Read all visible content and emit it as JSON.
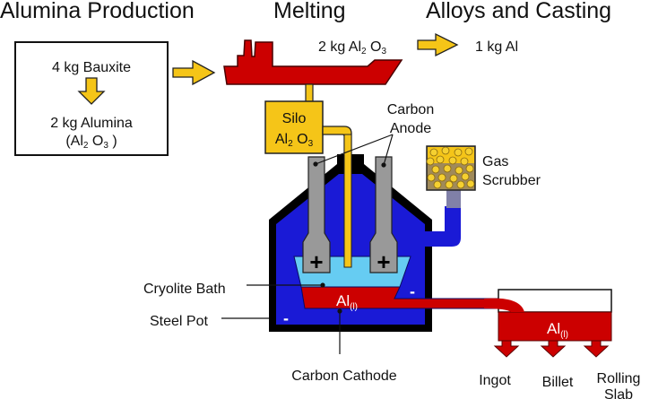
{
  "stages": {
    "alumina_production": "Alumina Production",
    "melting": "Melting",
    "alloys_casting": "Alloys and Casting"
  },
  "alumina_box": {
    "input": "4 kg Bauxite",
    "output": "2 kg Alumina",
    "formula_open": "(Al",
    "formula_sub1": "2",
    "formula_mid": " O",
    "formula_sub2": "3",
    "formula_close": " )"
  },
  "ship": {
    "cargo_prefix": "2 kg Al",
    "cargo_sub1": "2",
    "cargo_mid": " O",
    "cargo_sub2": "3"
  },
  "product": {
    "label": "1 kg Al"
  },
  "silo": {
    "name": "Silo",
    "formula_prefix": "Al",
    "formula_sub1": "2",
    "formula_mid": " O",
    "formula_sub2": "3"
  },
  "labels": {
    "carbon_anode_1": "Carbon",
    "carbon_anode_2": "Anode",
    "gas_scrubber_1": "Gas",
    "gas_scrubber_2": "Scrubber",
    "cryolite_bath": "Cryolite Bath",
    "steel_pot": "Steel Pot",
    "carbon_cathode": "Carbon Cathode"
  },
  "symbols": {
    "anode_sign": "+",
    "cathode_sign": "-"
  },
  "metal": {
    "symbol": "Al",
    "state": "(l)"
  },
  "casting_outputs": [
    "Ingot",
    "Billet",
    "Rolling Slab"
  ],
  "colors": {
    "ship_red": "#cc0000",
    "alumina_yellow": "#f5c518",
    "pot_blue": "#1a1ad6",
    "bath_cyan": "#66ccf2",
    "anode_gray": "#999999",
    "scrubber_tan": "#a08a5a"
  }
}
